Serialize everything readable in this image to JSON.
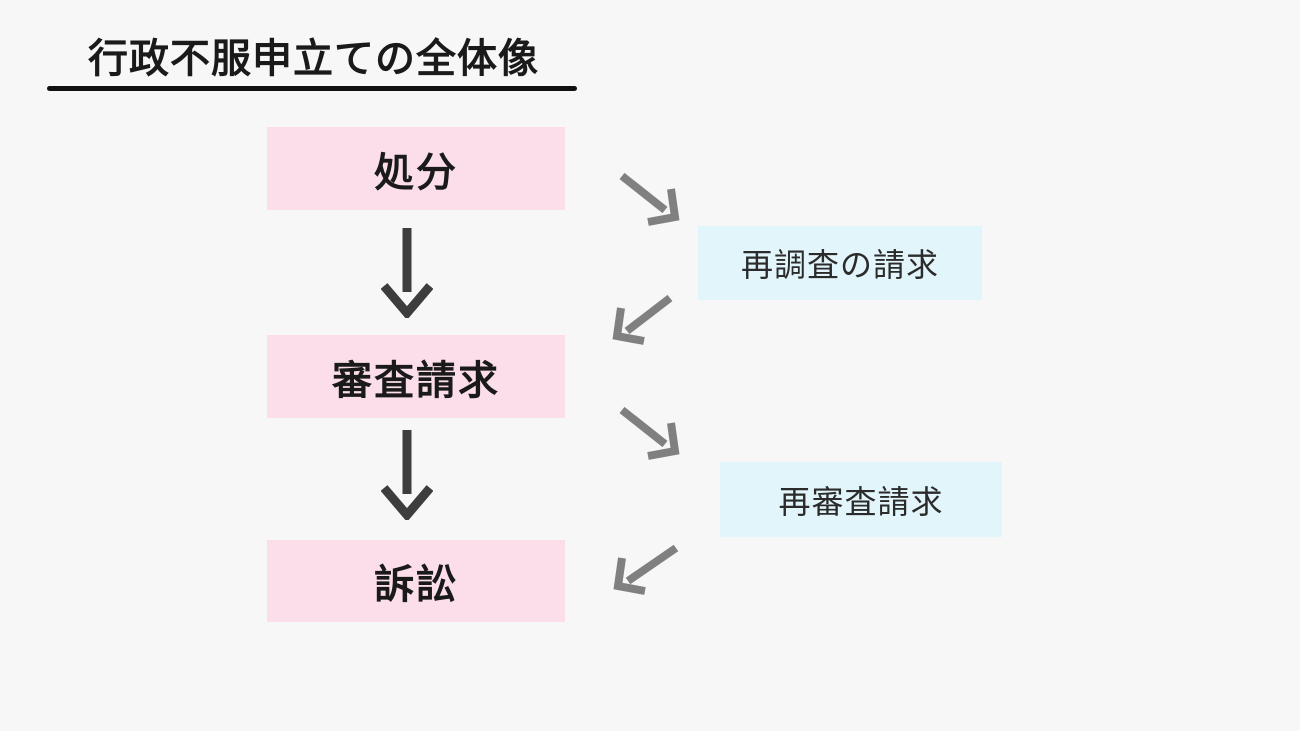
{
  "title": {
    "text": "行政不服申立ての全体像"
  },
  "flow": {
    "main_steps": [
      {
        "id": "disposition",
        "label": "処分"
      },
      {
        "id": "request-for-review",
        "label": "審査請求"
      },
      {
        "id": "litigation",
        "label": "訴訟"
      }
    ],
    "side_steps": [
      {
        "id": "request-for-reinvestigation",
        "label": "再調査の請求"
      },
      {
        "id": "request-for-reexamination",
        "label": "再審査請求"
      }
    ]
  },
  "colors": {
    "bg": "#f8f7f7",
    "title-text": "#1a1a1a",
    "underline": "#111111",
    "main-box-bg": "#fbdeea",
    "main-box-text": "#1a1a1a",
    "side-box-bg": "#e2f5fb",
    "side-box-text": "#2b2b2b",
    "arrow-main": "#3d3d3d",
    "arrow-side": "#808080"
  }
}
